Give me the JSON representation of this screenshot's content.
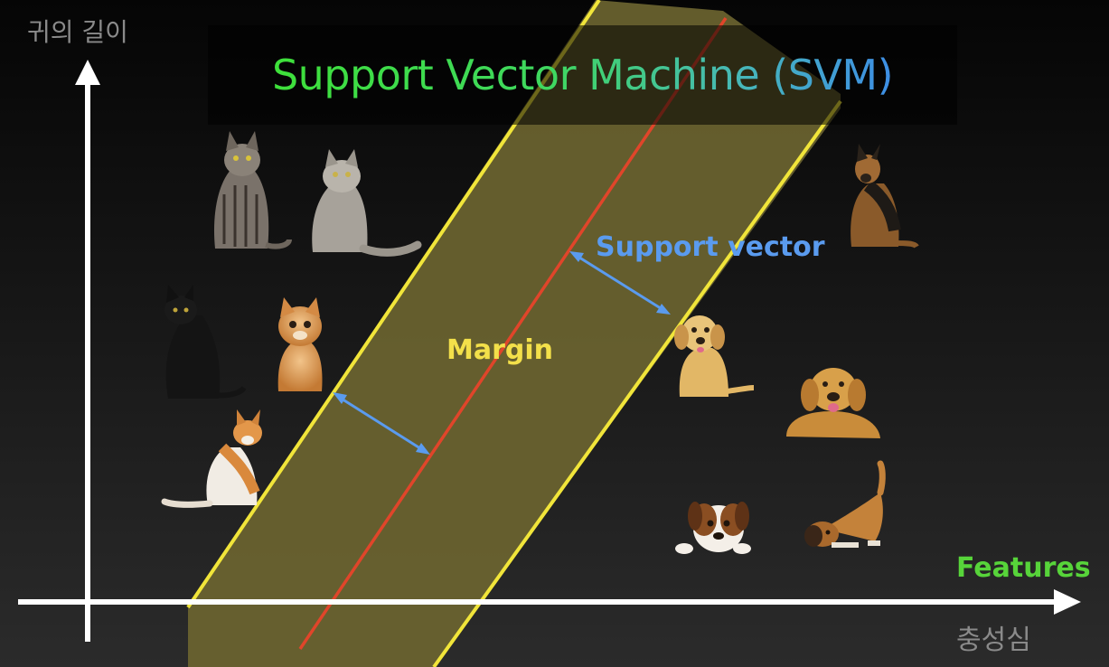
{
  "title": "Support Vector Machine (SVM)",
  "axes": {
    "y_label": "귀의 길이",
    "x_label": "충성심",
    "x_feature_label": "Features"
  },
  "annotations": {
    "margin": "Margin",
    "support_vector": "Support vector"
  },
  "classes": {
    "cats": [
      "tabby-cat",
      "gray-longhair-cat",
      "black-cat",
      "orange-kitten",
      "orange-white-cat"
    ],
    "dogs": [
      "german-shepherd",
      "golden-puppy",
      "golden-retriever",
      "jack-russell-terrier",
      "playful-mixed-dog"
    ]
  },
  "colors": {
    "title_start": "#3ee03a",
    "title_end": "#3d8ee6",
    "margin_band": "#6b6430",
    "margin_edges": "#f1e53a",
    "hyperplane": "#e0452a",
    "support_vector_arrow": "#5a9bef",
    "features_label": "#57d43a",
    "margin_label": "#f3e04a"
  }
}
